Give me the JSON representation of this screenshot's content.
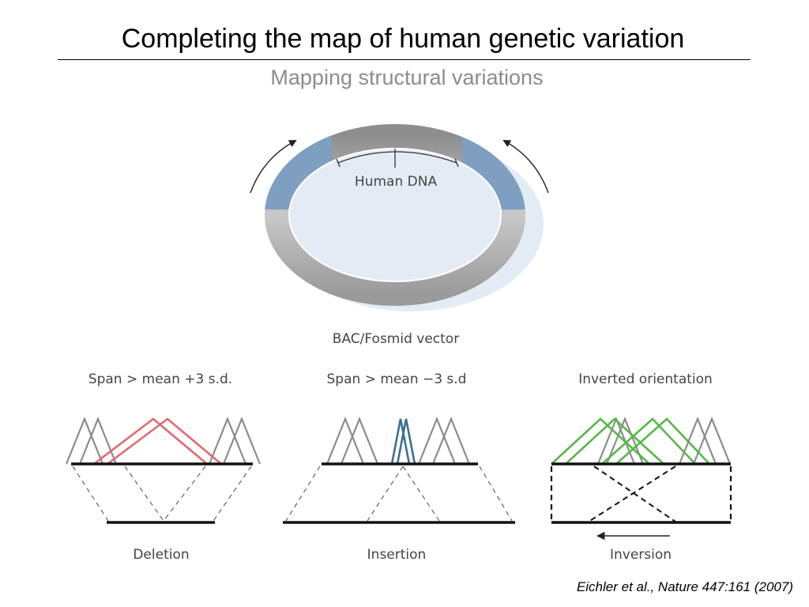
{
  "slide": {
    "title": "Completing the map of human genetic variation",
    "subtitle": "Mapping structural variations",
    "citation": "Eichler et al., Nature 447:161 (2007)"
  },
  "vector": {
    "insert_label": "Human DNA",
    "label": "BAC/Fosmid vector"
  },
  "panels": [
    {
      "heading": "Span > mean +3 s.d.",
      "caption": "Deletion",
      "highlight_color": "#e06a6f"
    },
    {
      "heading": "Span > mean −3 s.d",
      "caption": "Insertion",
      "highlight_color": "#3d6f8e"
    },
    {
      "heading": "Inverted orientation",
      "caption": "Inversion",
      "highlight_color": "#55b848"
    }
  ],
  "colors": {
    "read_pair_gray": "#8c8c8c",
    "vector_ring": "#a9a9a9",
    "insert_region": "#7f9fc2"
  }
}
